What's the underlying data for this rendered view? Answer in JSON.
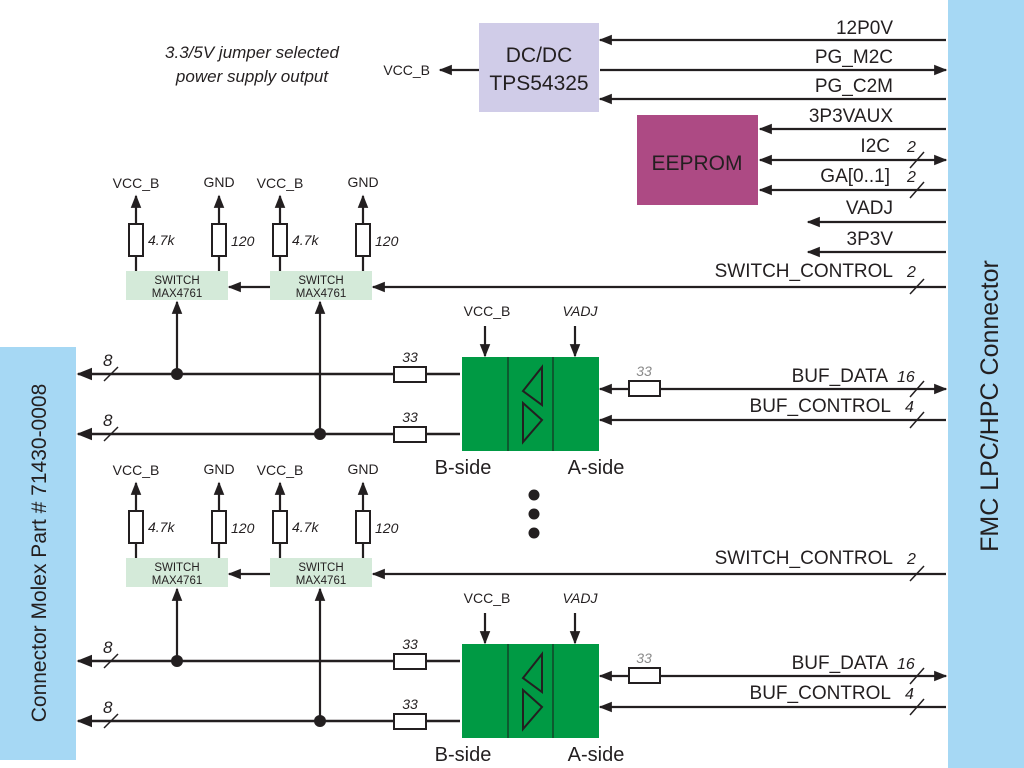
{
  "colors": {
    "connector": "#a6d8f4",
    "dcdc": "#d0cce8",
    "eeprom": "#ad4a84",
    "switch": "#d4ead9",
    "buffer": "#009a44",
    "line": "#231f20"
  },
  "fmc_connector": {
    "label": "FMC LPC/HPC Connector"
  },
  "molex_connector": {
    "label": "Connector Molex Part # 71430-0008"
  },
  "dcdc": {
    "line1": "DC/DC",
    "line2": "TPS54325",
    "output_label": "VCC_B"
  },
  "annotation": {
    "line1": "3.3/5V jumper selected",
    "line2": "power supply output"
  },
  "eeprom": {
    "label": "EEPROM"
  },
  "fmc_signals": [
    {
      "name": "12P0V",
      "direction": "in",
      "width": ""
    },
    {
      "name": "PG_M2C",
      "direction": "out",
      "width": ""
    },
    {
      "name": "PG_C2M",
      "direction": "in",
      "width": ""
    },
    {
      "name": "3P3VAUX",
      "direction": "in",
      "width": ""
    },
    {
      "name": "I2C",
      "direction": "bidir",
      "width": "2"
    },
    {
      "name": "GA[0..1]",
      "direction": "in",
      "width": "2"
    },
    {
      "name": "VADJ",
      "direction": "in",
      "width": ""
    },
    {
      "name": "3P3V",
      "direction": "in",
      "width": ""
    },
    {
      "name": "SWITCH_CONTROL",
      "direction": "in",
      "width": "2"
    }
  ],
  "channels": [
    {
      "switches": [
        {
          "line1": "SWITCH",
          "line2": "MAX4761",
          "pullup": "VCC_B",
          "pullup_value": "4.7k",
          "pulldown": "GND",
          "pulldown_value": "120"
        },
        {
          "line1": "SWITCH",
          "line2": "MAX4761",
          "pullup": "VCC_B",
          "pullup_value": "4.7k",
          "pulldown": "GND",
          "pulldown_value": "120"
        }
      ],
      "switch_control": {
        "name": "SWITCH_CONTROL",
        "width": "2"
      },
      "bus_widths": [
        "8",
        "8"
      ],
      "series_resistors": [
        "33",
        "33"
      ],
      "buffer": {
        "supply_b": "VCC_B",
        "supply_a": "VADJ",
        "b_side": "B-side",
        "a_side": "A-side"
      },
      "a_resistor": "33",
      "buf_data": {
        "name": "BUF_DATA",
        "width": "16"
      },
      "buf_control": {
        "name": "BUF_CONTROL",
        "width": "4"
      }
    },
    {
      "switches": [
        {
          "line1": "SWITCH",
          "line2": "MAX4761",
          "pullup": "VCC_B",
          "pullup_value": "4.7k",
          "pulldown": "GND",
          "pulldown_value": "120"
        },
        {
          "line1": "SWITCH",
          "line2": "MAX4761",
          "pullup": "VCC_B",
          "pullup_value": "4.7k",
          "pulldown": "GND",
          "pulldown_value": "120"
        }
      ],
      "switch_control": {
        "name": "SWITCH_CONTROL",
        "width": "2"
      },
      "bus_widths": [
        "8",
        "8"
      ],
      "series_resistors": [
        "33",
        "33"
      ],
      "buffer": {
        "supply_b": "VCC_B",
        "supply_a": "VADJ",
        "b_side": "B-side",
        "a_side": "A-side"
      },
      "a_resistor": "33",
      "buf_data": {
        "name": "BUF_DATA",
        "width": "16"
      },
      "buf_control": {
        "name": "BUF_CONTROL",
        "width": "4"
      }
    }
  ]
}
